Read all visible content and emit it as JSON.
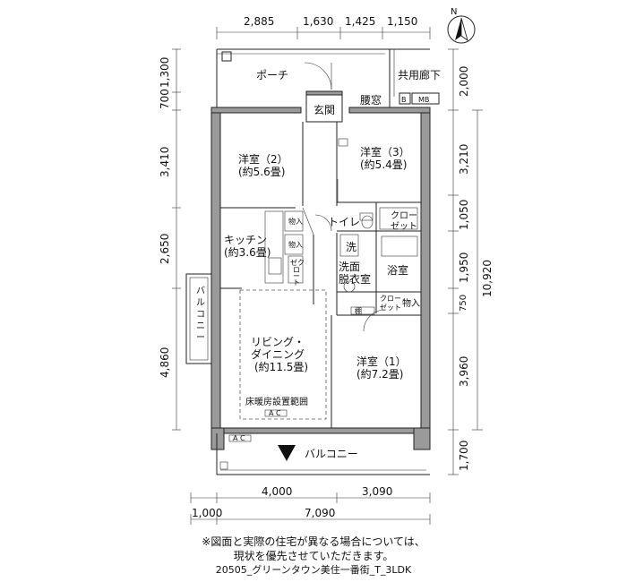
{
  "dimensions": {
    "top": [
      "2,885",
      "1,630",
      "1,425",
      "1,150"
    ],
    "left": [
      "1,300",
      "700",
      "3,410",
      "2,650",
      "4,860"
    ],
    "right": [
      "2,000",
      "3,210",
      "1,050",
      "1,950",
      "750",
      "3,960",
      "1,700"
    ],
    "right_total": "10,920",
    "bottom": [
      "4,000",
      "3,090"
    ],
    "bottom_row2": [
      "1,000",
      "7,090"
    ]
  },
  "rooms": {
    "porch": "ポーチ",
    "common_corridor": "共用廊下",
    "waist_window": "腰窓",
    "entrance": "玄関",
    "bedroom2": {
      "name": "洋室（2）",
      "area": "(約5.6畳)"
    },
    "bedroom3": {
      "name": "洋室（3）",
      "area": "(約5.4畳)"
    },
    "toilet": "トイレ",
    "closet_top": [
      "クロー",
      "ゼット"
    ],
    "kitchen": {
      "name": "キッチン",
      "area": "(約3.6畳)"
    },
    "storage": "物入",
    "washer": "洗",
    "washroom": [
      "洗面",
      "脱衣室"
    ],
    "bathroom": "浴室",
    "closet_small": [
      "クロー",
      "ゼット"
    ],
    "storage2": "物入",
    "closet_kitchen": [
      "ゼク",
      "ロ",
      "ー",
      "ト"
    ],
    "shelf": "棚",
    "balcony_side": [
      "バ",
      "ル",
      "コ",
      "ニ",
      "ー"
    ],
    "living": {
      "name": [
        "リビング・",
        "ダイニング"
      ],
      "area": "(約11.5畳)"
    },
    "floor_heating": "床暖房設置範囲",
    "bedroom1": {
      "name": "洋室（1）",
      "area": "(約7.2畳)"
    },
    "balcony_bottom": "バルコニー",
    "meter_b": "B",
    "meter_mb": "MB",
    "ac1": "A C",
    "ac2": "A C"
  },
  "compass": "N",
  "note": {
    "line1": "※図面と実際の住宅が異なる場合については、",
    "line2": "現状を優先させていただきます。"
  },
  "caption": "20505_グリーンタウン美住一番街_T_3LDK"
}
